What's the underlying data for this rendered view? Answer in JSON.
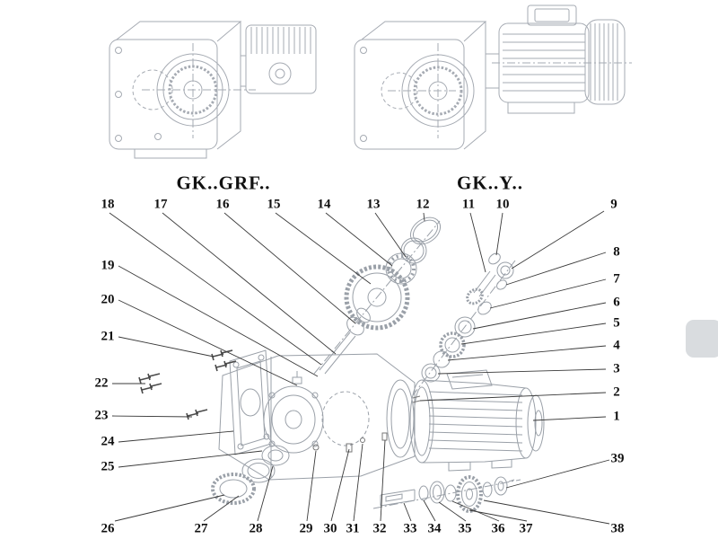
{
  "titles": {
    "left_variant": "GK..GRF..",
    "right_variant": "GK..Y.."
  },
  "callouts": [
    "1",
    "2",
    "3",
    "4",
    "5",
    "6",
    "7",
    "8",
    "9",
    "10",
    "11",
    "12",
    "13",
    "14",
    "15",
    "16",
    "17",
    "18",
    "19",
    "20",
    "21",
    "22",
    "23",
    "24",
    "25",
    "26",
    "27",
    "28",
    "29",
    "30",
    "31",
    "32",
    "33",
    "34",
    "35",
    "36",
    "37",
    "38",
    "39"
  ],
  "colors": {
    "background": "#ffffff",
    "drawing_line": "#a6abb3",
    "leader_line": "#3a3a3a",
    "label_text": "#111111",
    "fastener_line": "#4a4a4a"
  }
}
